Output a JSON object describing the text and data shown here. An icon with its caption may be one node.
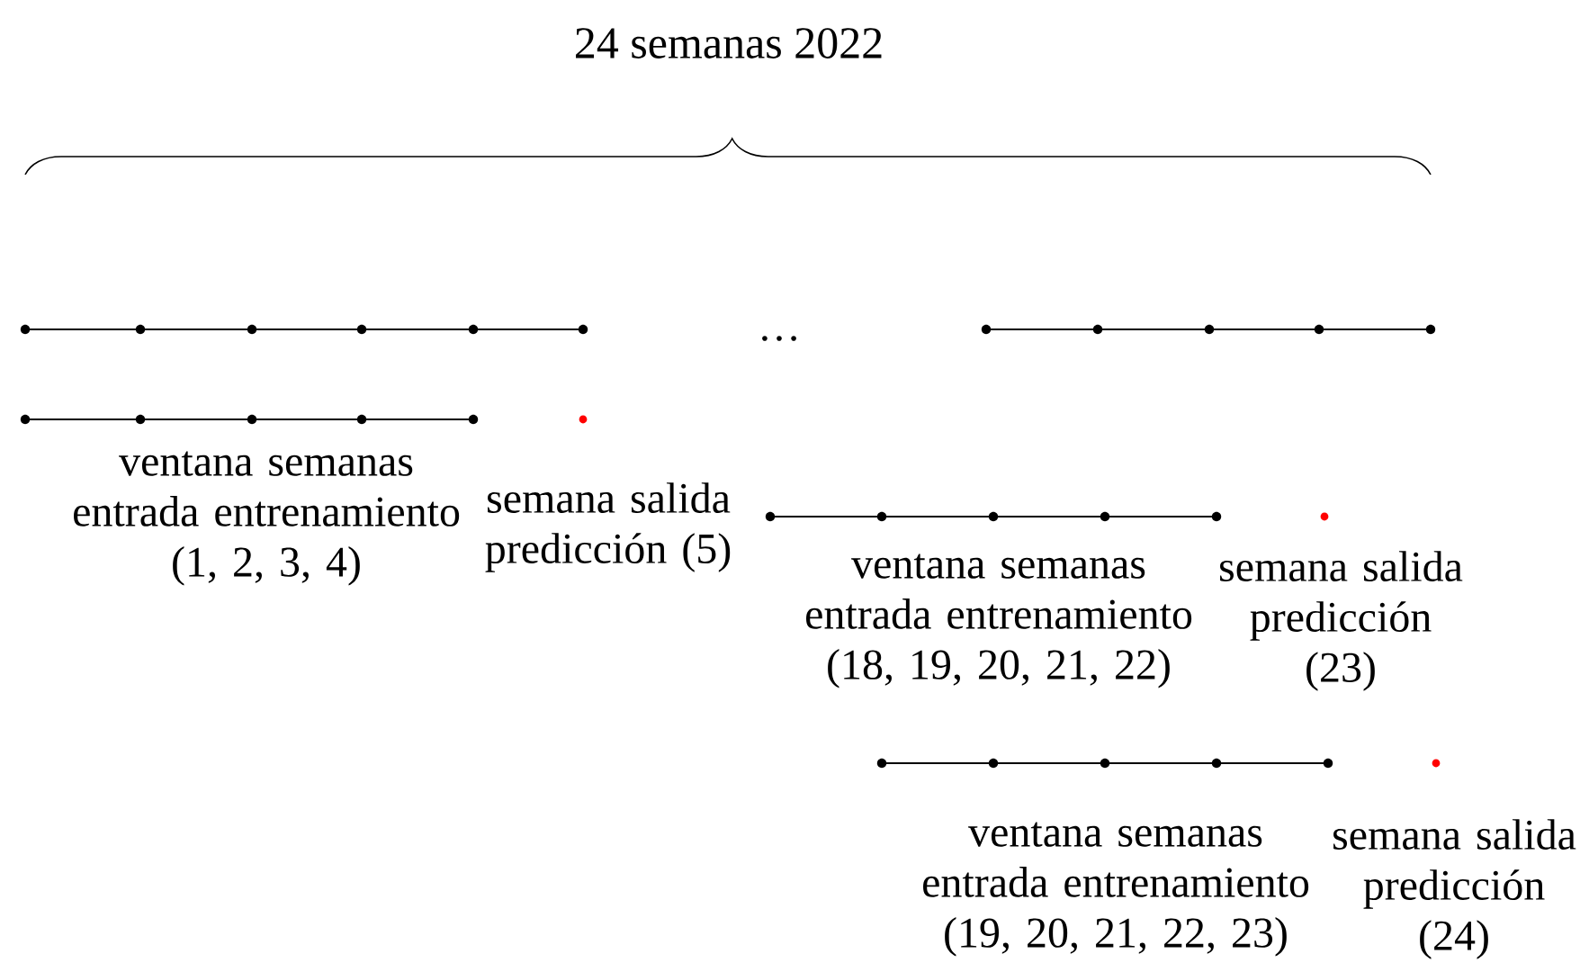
{
  "diagram": {
    "title": "24 semanas 2022",
    "labels": [
      "…",
      "ventana semanas entrada entrenamiento (1, 2, 3, 4)",
      "semana salida predicción (5)",
      "ventana semanas entrada entrenamiento (18, 19, 20, 21, 22)",
      "semana salida predicción (23)",
      "ventana semanas entrada entrenamiento (19, 20, 21, 22, 23)",
      "semana salida predicción (24)"
    ]
  }
}
